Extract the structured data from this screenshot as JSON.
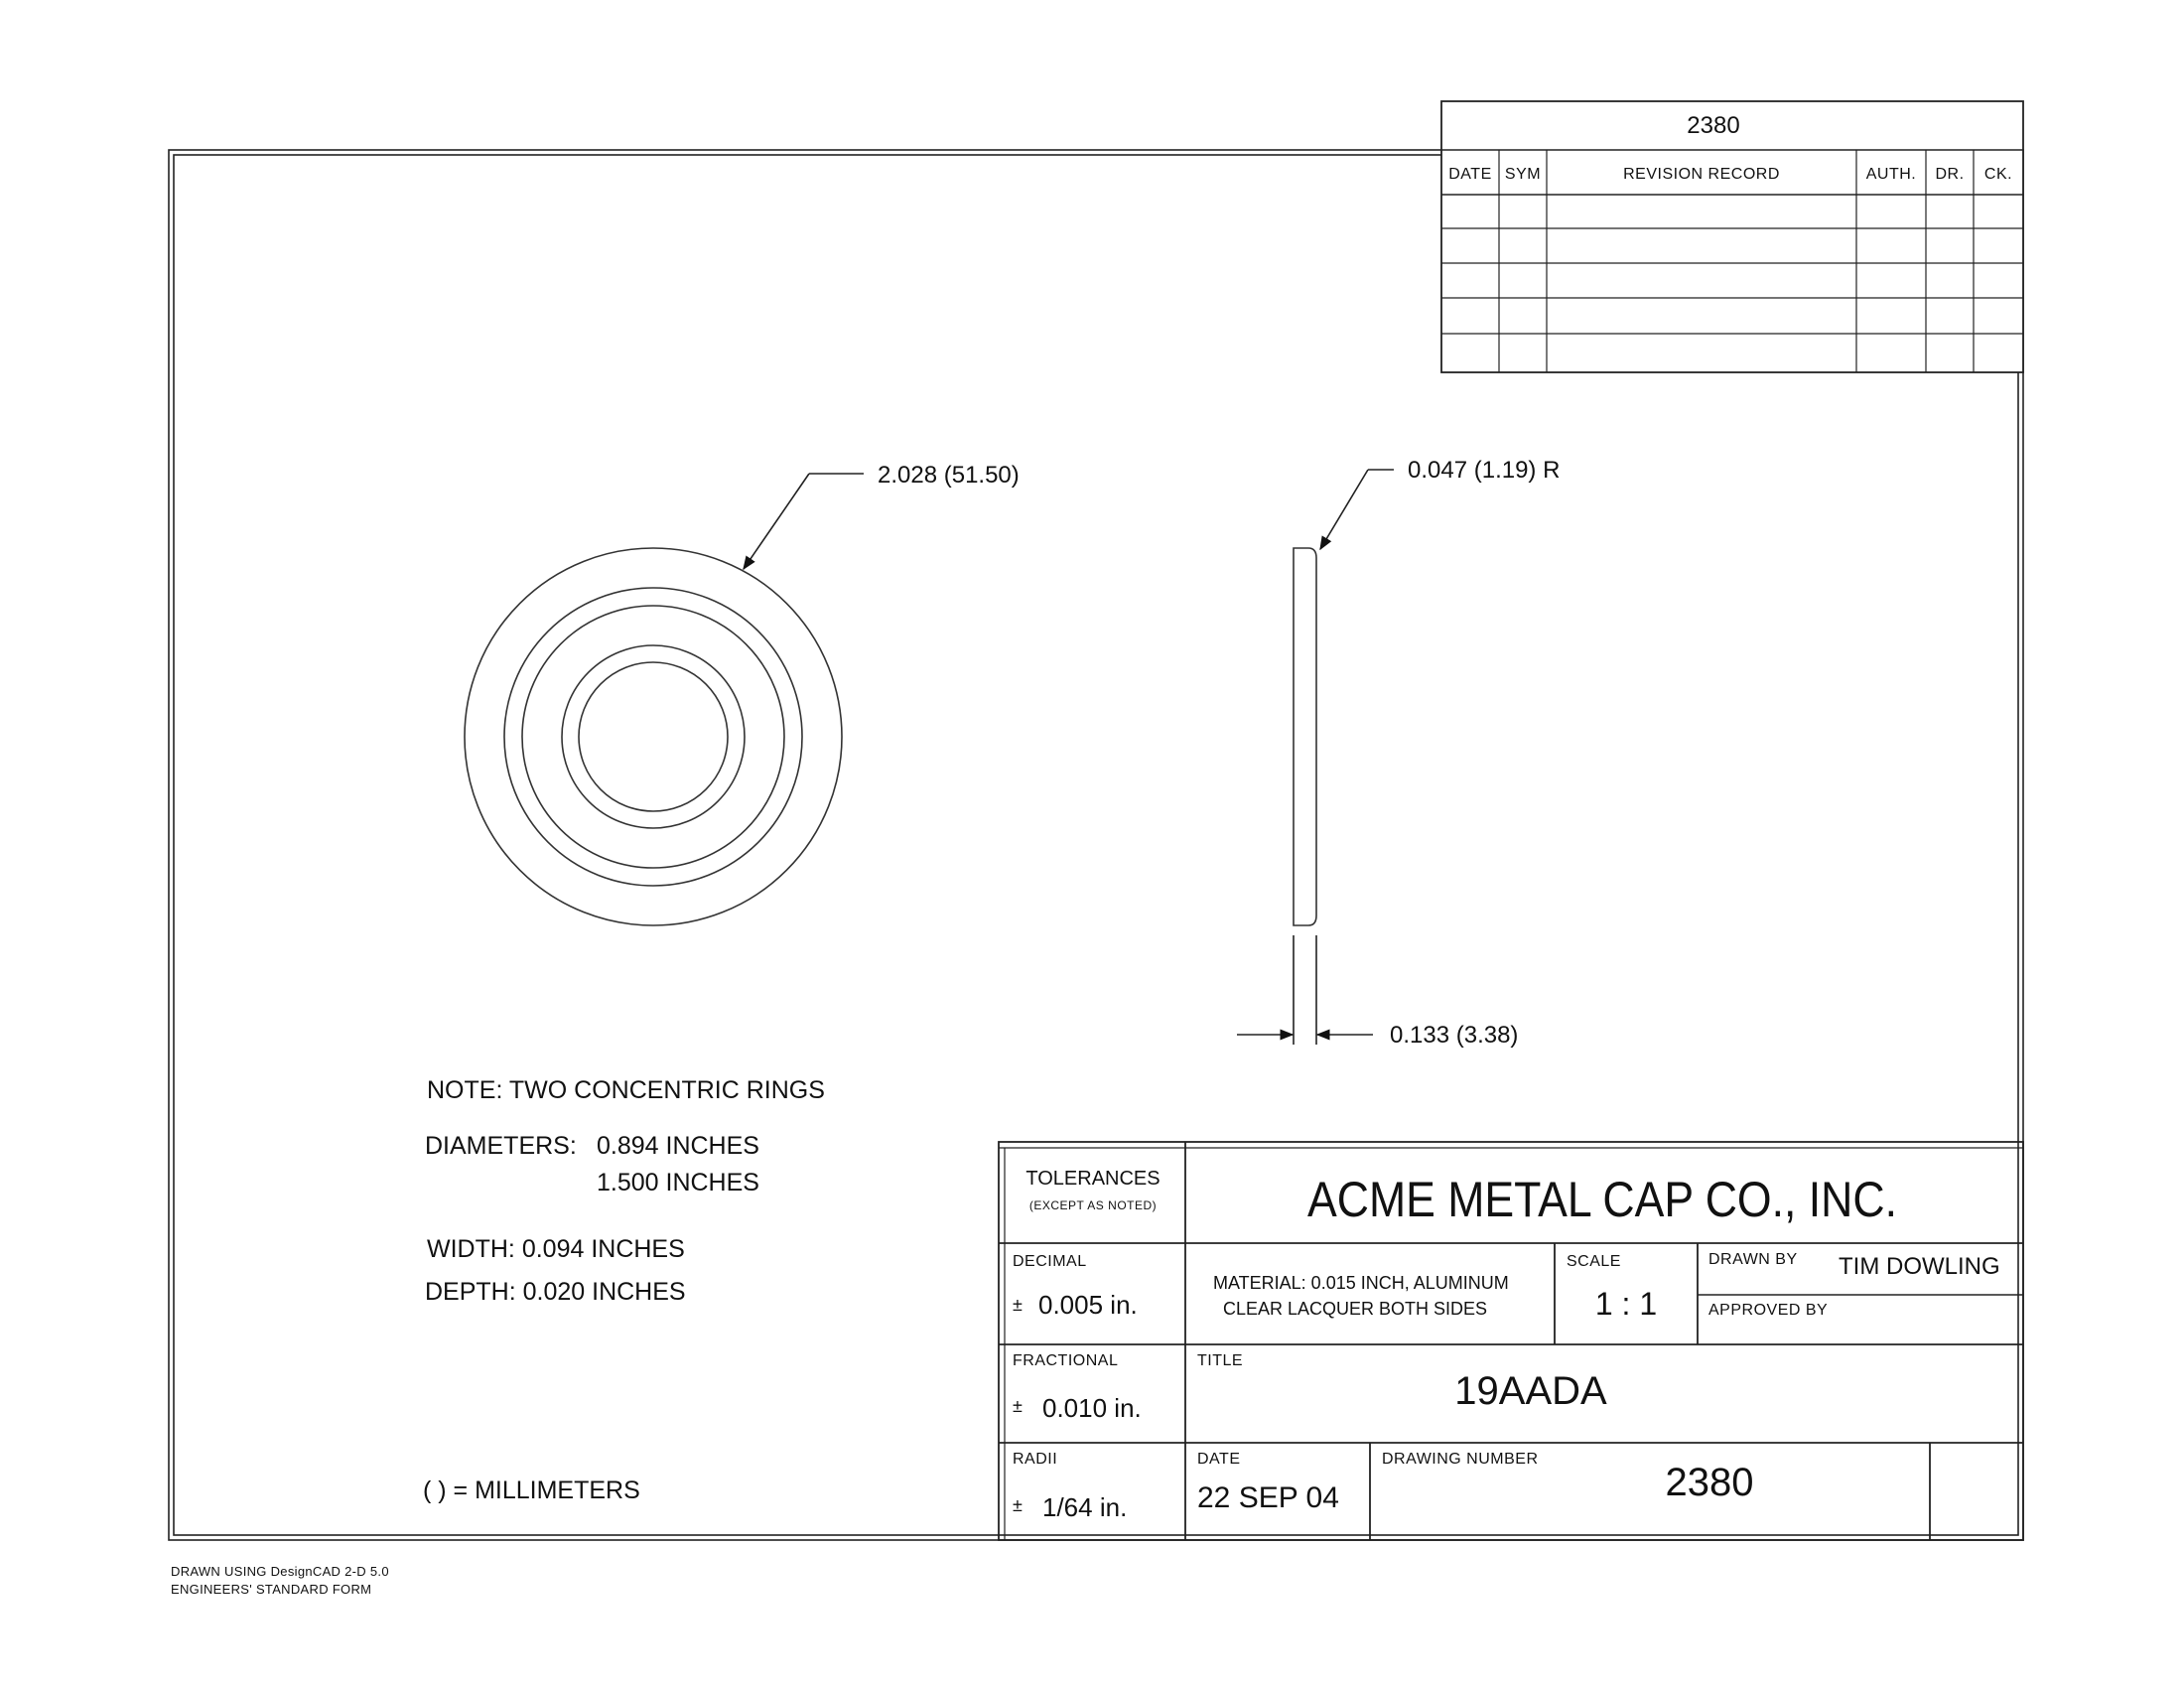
{
  "revision_table": {
    "top_number": "2380",
    "columns": [
      "DATE",
      "SYM",
      "REVISION RECORD",
      "AUTH.",
      "DR.",
      "CK."
    ]
  },
  "dimensions": {
    "outer_diameter": "2.028 (51.50)",
    "edge_radius": "0.047 (1.19) R",
    "thickness": "0.133 (3.38)"
  },
  "notes": {
    "title": "NOTE: TWO CONCENTRIC RINGS",
    "diameters_label": "DIAMETERS:",
    "diameter_1": "0.894 INCHES",
    "diameter_2": "1.500 INCHES",
    "width": "WIDTH: 0.094 INCHES",
    "depth": "DEPTH: 0.020 INCHES",
    "units": "( ) = MILLIMETERS"
  },
  "title_block": {
    "tolerances_label": "TOLERANCES",
    "tolerances_sub": "(EXCEPT AS NOTED)",
    "company": "ACME METAL CAP CO., INC.",
    "decimal_label": "DECIMAL",
    "decimal_value": "0.005 in.",
    "fractional_label": "FRACTIONAL",
    "fractional_value": "0.010 in.",
    "radii_label": "RADII",
    "radii_value": "1/64 in.",
    "plus_minus": "±",
    "material_line1": "MATERIAL: 0.015 INCH, ALUMINUM",
    "material_line2": "CLEAR LACQUER BOTH SIDES",
    "scale_label": "SCALE",
    "scale_value": "1 : 1",
    "drawn_by_label": "DRAWN BY",
    "drawn_by_value": "TIM DOWLING",
    "approved_by_label": "APPROVED BY",
    "title_label": "TITLE",
    "title_value": "19AADA",
    "date_label": "DATE",
    "date_value": "22 SEP 04",
    "drawing_number_label": "DRAWING NUMBER",
    "drawing_number_value": "2380"
  },
  "footer": {
    "line1": "DRAWN USING DesignCAD 2-D 5.0",
    "line2": "ENGINEERS' STANDARD FORM"
  }
}
